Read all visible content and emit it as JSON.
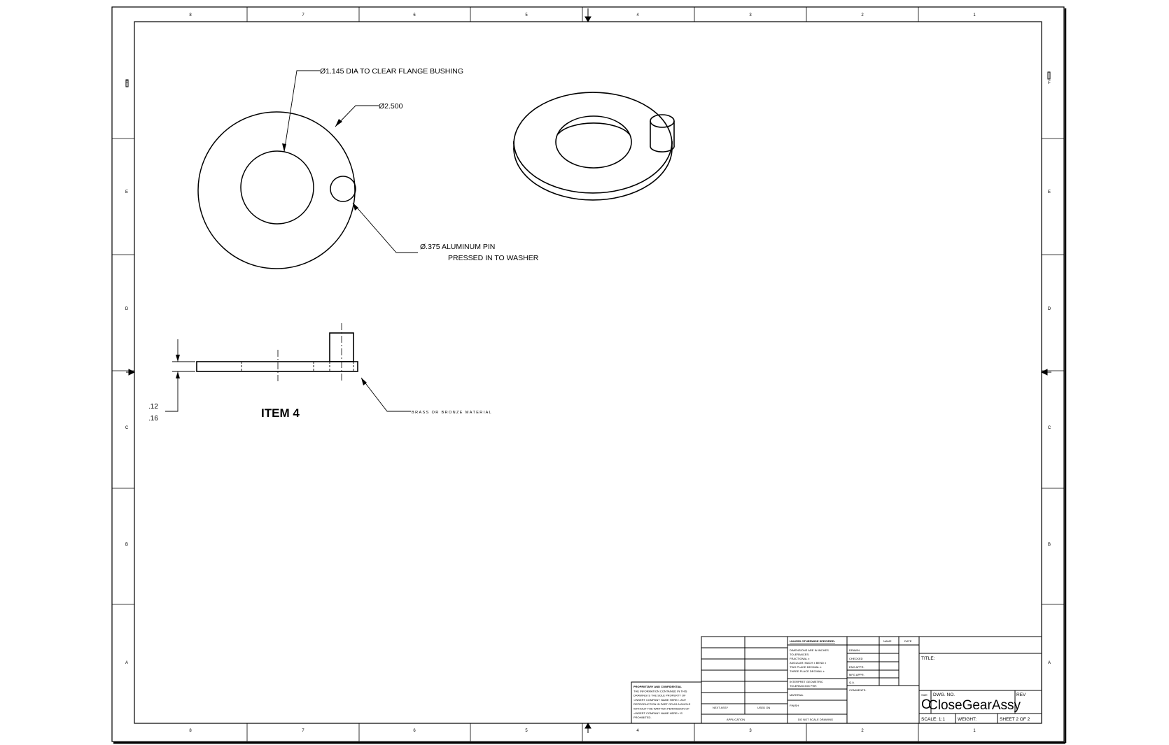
{
  "sheet": {
    "zones_top": [
      "8",
      "7",
      "6",
      "5",
      "4",
      "3",
      "2",
      "1"
    ],
    "zones_bottom": [
      "8",
      "7",
      "6",
      "5",
      "4",
      "3",
      "2",
      "1"
    ],
    "zones_side": [
      "F",
      "E",
      "D",
      "C",
      "B",
      "A"
    ]
  },
  "notes": {
    "bore_dia": "1.145 DIA TO CLEAR FLANGE BUSHING",
    "outer_dia": "2.500",
    "pin_line1": ".375  ALUMINUM PIN",
    "pin_line2": "PRESSED IN TO WASHER",
    "material": "BRASS OR BRONZE MATERIAL",
    "item_label": "ITEM 4",
    "thickness_upper": ".12",
    "thickness_lower": ".16",
    "dia_symbol": "Ø"
  },
  "title_block": {
    "unless_specified": "UNLESS OTHERWISE SPECIFIED:",
    "dims_in_inches": "DIMENSIONS ARE IN INCHES",
    "tolerances": "TOLERANCES:",
    "fractional": "FRACTIONAL ±",
    "angular": "ANGULAR: MACH ±   BEND ±",
    "two_place": "TWO PLACE DECIMAL   ±",
    "three_place": "THREE PLACE DECIMAL   ±",
    "interpret": "INTERPRET GEOMETRIC",
    "tolerancing": "TOLERANCING PER:",
    "material": "MATERIAL",
    "finish": "FINISH",
    "do_not_scale": "DO NOT SCALE DRAWING",
    "name_col": "NAME",
    "date_col": "DATE",
    "drawn": "DRAWN",
    "checked": "CHECKED",
    "eng_appr": "ENG APPR.",
    "mfg_appr": "MFG APPR.",
    "qa": "Q.A.",
    "comments": "COMMENTS:",
    "title_label": "TITLE:",
    "size_label": "SIZE",
    "size_value": "C",
    "dwg_no_label": "DWG.  NO.",
    "dwg_no": "CloseGearAssy",
    "rev_label": "REV",
    "scale": "SCALE: 1:1",
    "weight": "WEIGHT:",
    "sheet": "SHEET 2 OF 2",
    "next_assy": "NEXT ASSY",
    "used_on": "USED ON",
    "application": "APPLICATION",
    "proprietary": [
      "PROPRIETARY AND CONFIDENTIAL",
      "THE INFORMATION CONTAINED IN THIS",
      "DRAWING IS THE SOLE PROPERTY OF",
      "<INSERT COMPANY NAME HERE>. ANY",
      "REPRODUCTION IN PART OR AS A WHOLE",
      "WITHOUT THE WRITTEN PERMISSION OF",
      "<INSERT COMPANY NAME HERE> IS",
      "PROHIBITED."
    ]
  }
}
